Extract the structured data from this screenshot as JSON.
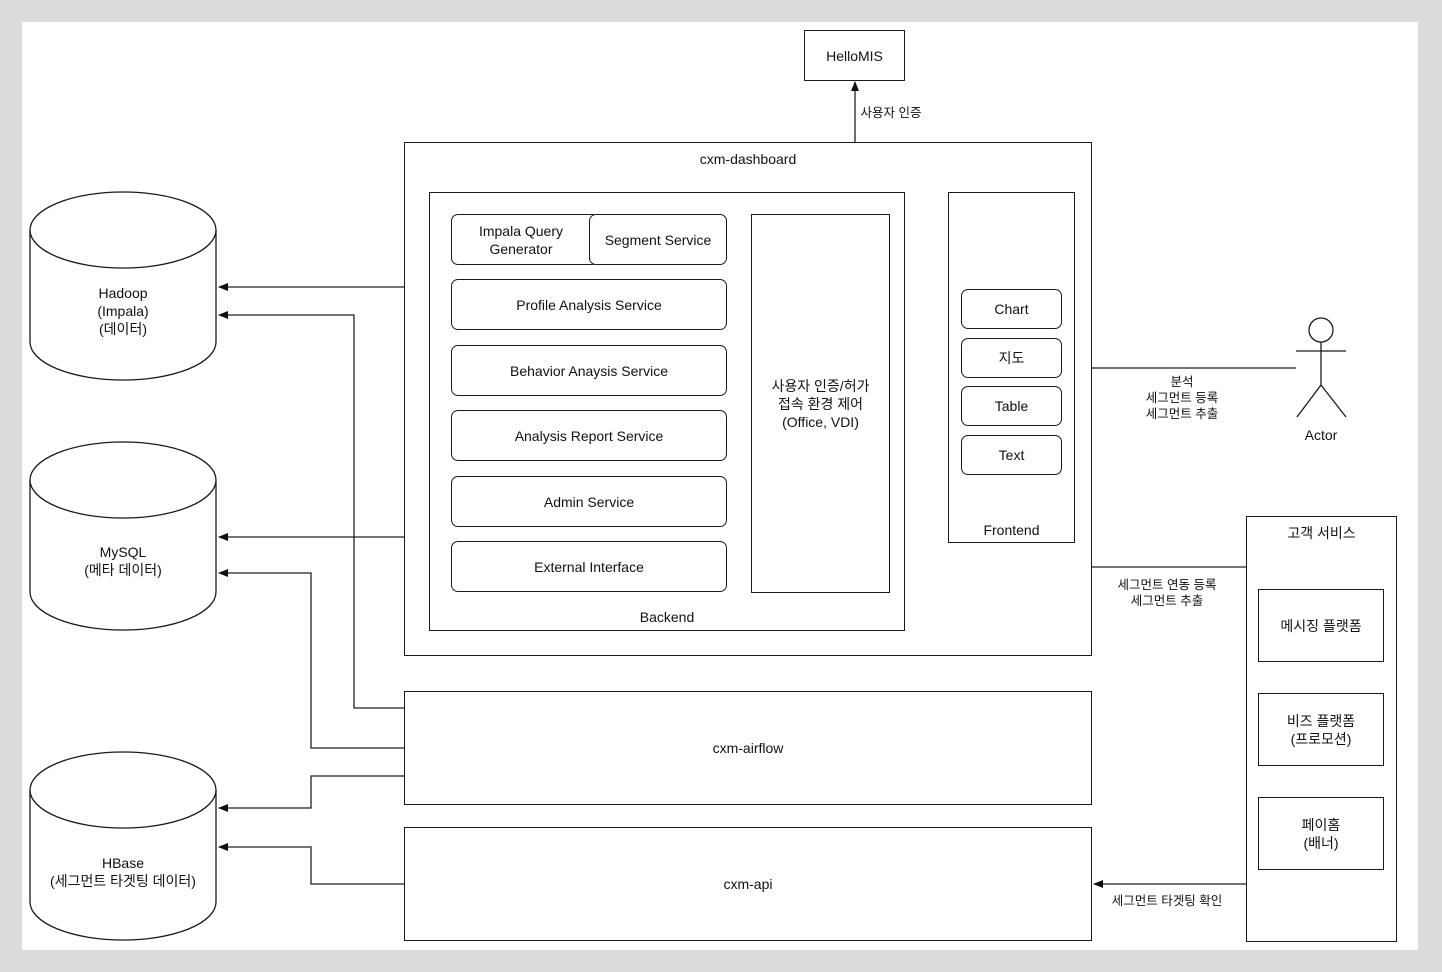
{
  "hellomis": {
    "label": "HelloMIS"
  },
  "edge_auth": "사용자 인증",
  "dashboard": {
    "title": "cxm-dashboard",
    "backend": {
      "title": "Backend",
      "impala": "Impala Query\nGenerator",
      "segment": "Segment Service",
      "profile": "Profile Analysis Service",
      "behavior": "Behavior Anaysis Service",
      "report": "Analysis Report Service",
      "admin": "Admin Service",
      "external": "External Interface",
      "auth_box": "사용자 인증/허가\n접속 환경 제어\n(Office, VDI)"
    },
    "frontend": {
      "title": "Frontend",
      "items": [
        "Chart",
        "지도",
        "Table",
        "Text"
      ]
    }
  },
  "databases": {
    "hadoop": "Hadoop\n(Impala)\n(데이터)",
    "mysql": "MySQL\n(메타 데이터)",
    "hbase": "HBase\n(세그먼트 타겟팅 데이터)"
  },
  "airflow": "cxm-airflow",
  "api": "cxm-api",
  "actor": {
    "label": "Actor"
  },
  "edge_actor": "분석\n세그먼트 등록\n세그먼트 추출",
  "customer": {
    "title": "고객 서비스",
    "items": [
      "메시징 플랫폼",
      "비즈 플랫폼\n(프로모션)",
      "페이홈\n(배너)"
    ]
  },
  "edge_external": "세그먼트 연동 등록\n세그먼트 추출",
  "edge_api": "세그먼트 타겟팅 확인"
}
